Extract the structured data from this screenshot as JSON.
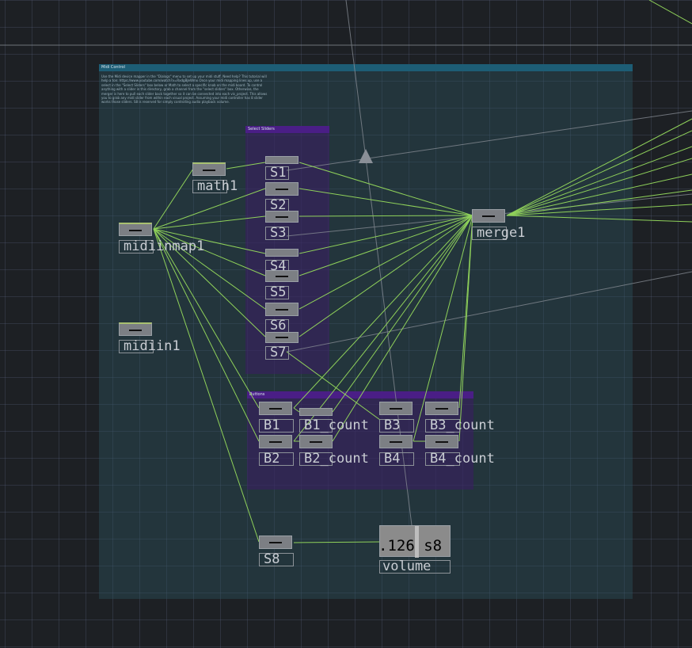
{
  "window": {
    "title": "TouchDesigner network editor"
  },
  "annotations": {
    "midi_control": {
      "title": "Midi Control",
      "body": "Use the Midi device mapper in the \"Dialogs\" menu to set up your midi stuff. Need help? This tutorial will help a ton: https://www.youtube.com/watch?v=RxdgBJeWmx Once your midi mapping lines up, use a select in the \"Select Sliders\" box below or Math to select a specific knob on the midi board. To control anything with a slider in this directory, grab a channel from the \"select sliders\" box. Otherwise, the merger is here to pull each slider back together so it can be connected into each vis_project. This allows you to grab any midi slider from within each visual project. Assuming your midi controller has 8 slider works those sliders. S8 is reserved for simply controlling audio playback volume.",
      "color": "#1e4a5c"
    },
    "select_sliders": {
      "title": "Select Sliders",
      "color": "#3c1c6a"
    },
    "buttons": {
      "title": "Buttons",
      "color": "#3c1c6a"
    }
  },
  "operators": {
    "math1": {
      "name": "math1"
    },
    "midiinmap1": {
      "name": "midiinmap1"
    },
    "midiin1": {
      "name": "midiin1"
    },
    "merge1": {
      "name": "merge1"
    },
    "s1": {
      "name": "S1"
    },
    "s2": {
      "name": "S2"
    },
    "s3": {
      "name": "S3"
    },
    "s4": {
      "name": "S4"
    },
    "s5": {
      "name": "S5"
    },
    "s6": {
      "name": "S6"
    },
    "s7": {
      "name": "S7"
    },
    "s8": {
      "name": "S8"
    },
    "b1": {
      "name": "B1"
    },
    "b2": {
      "name": "B2"
    },
    "b1_count": {
      "name": "B1_count"
    },
    "b2_count": {
      "name": "B2_count"
    },
    "b3": {
      "name": "B3"
    },
    "b4": {
      "name": "B4"
    },
    "b3_count": {
      "name": "B3_count"
    },
    "b4_count": {
      "name": "B4_count"
    },
    "volume": {
      "name": "volume",
      "readout": ".126 s8"
    }
  },
  "colors": {
    "wire_green": "#8fd15a",
    "wire_gray": "#8a8f97",
    "background": "#1d2024"
  }
}
